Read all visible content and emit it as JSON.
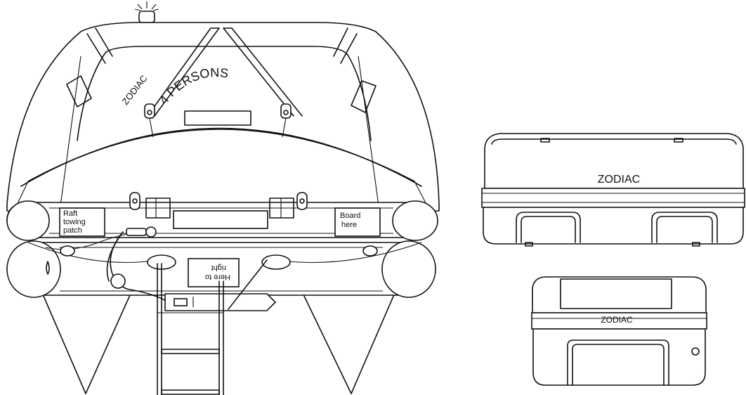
{
  "raft": {
    "brand": "ZODIAC",
    "capacity": "4 PERSONS",
    "towing_patch": [
      "Raft",
      "towing",
      "patch"
    ],
    "board_label": [
      "Board",
      "here"
    ],
    "righting_label": [
      "Here to",
      "right"
    ]
  },
  "containers": {
    "large_label": "ZODIAC",
    "small_label": "ZODIAC"
  }
}
